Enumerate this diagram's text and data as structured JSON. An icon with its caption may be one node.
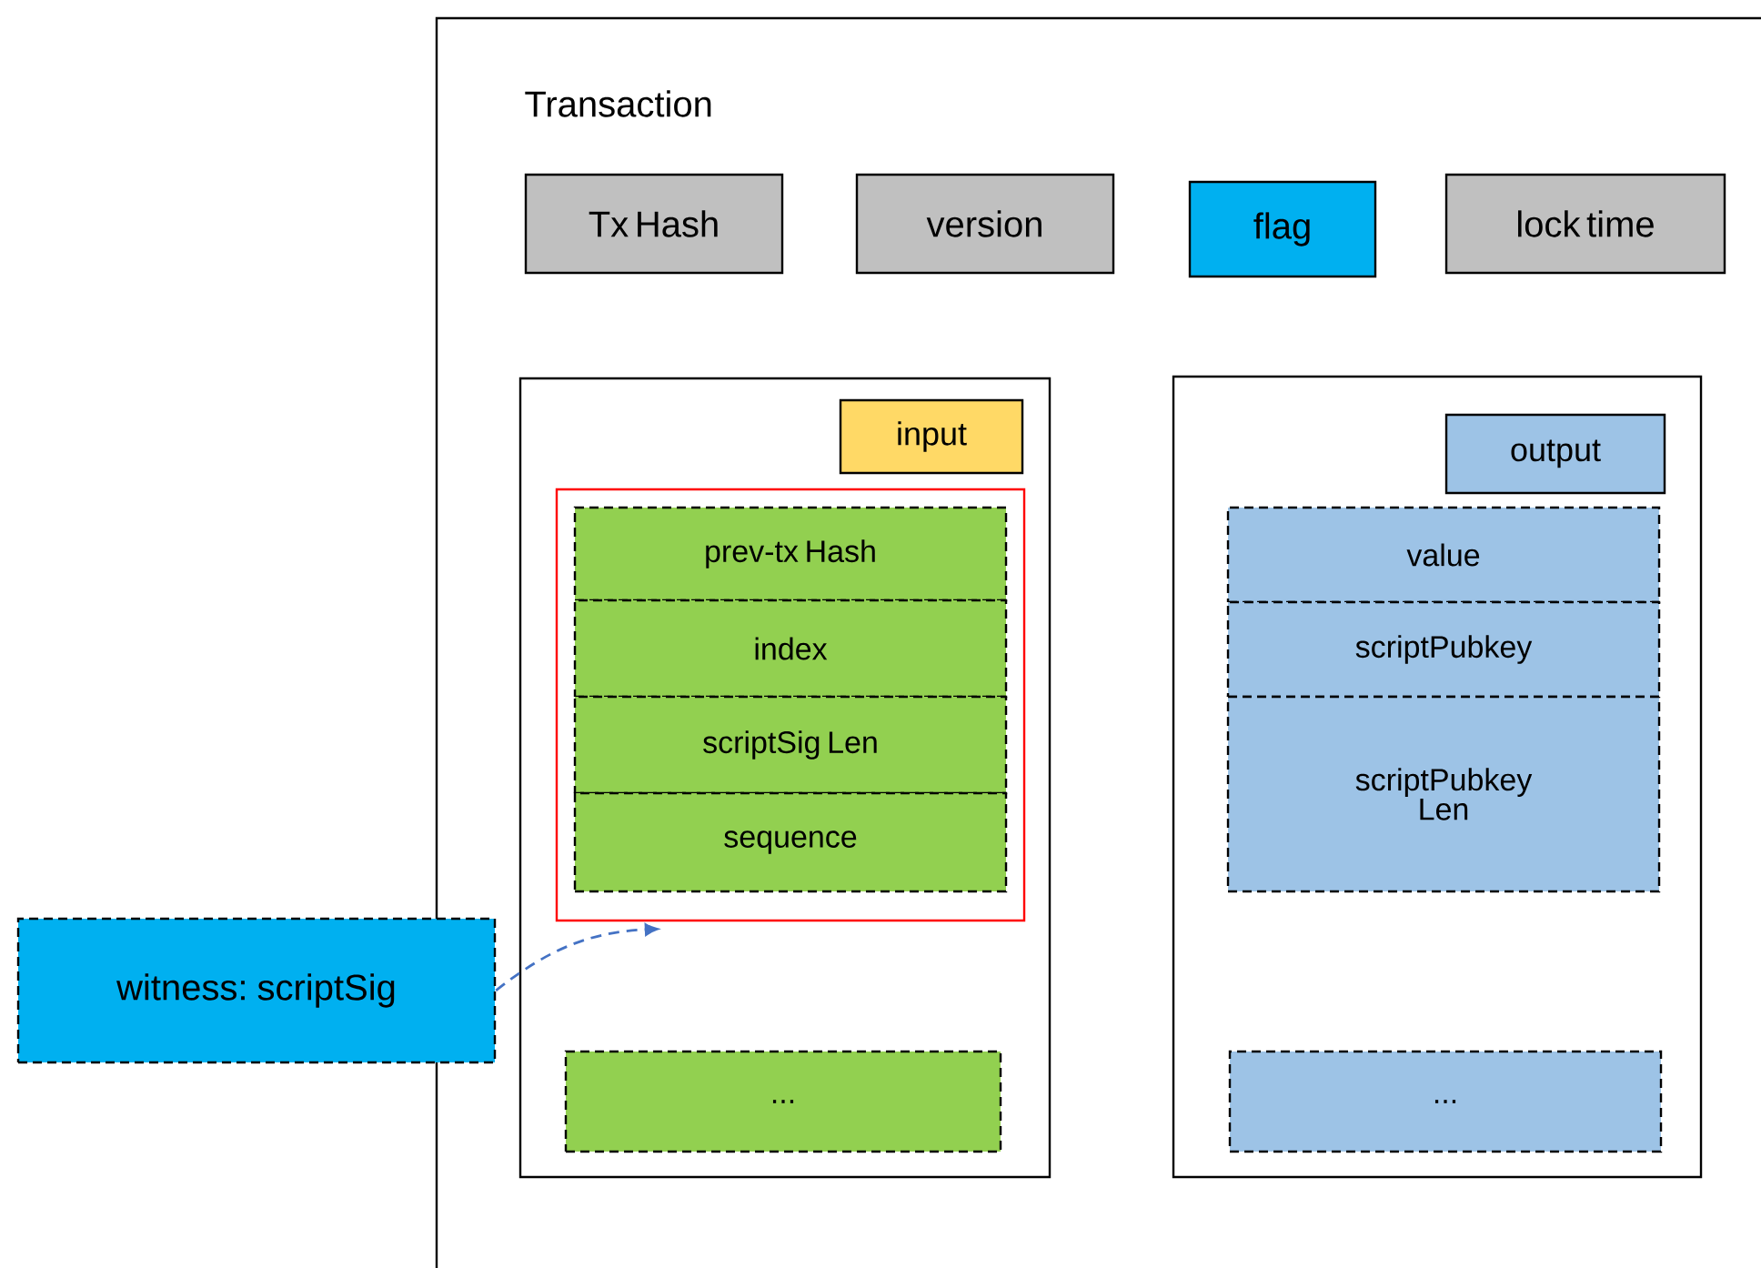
{
  "diagram": {
    "nodes": [
      {
        "text": [
          "Transaction"
        ]
      },
      {
        "text": [
          "Tx Hash"
        ],
        "in": 0
      },
      {
        "text": [
          "version"
        ],
        "in": 0
      },
      {
        "text": [
          "flag"
        ],
        "in": 0
      },
      {
        "text": [
          "lock time"
        ],
        "in": 0
      },
      {
        "text": [],
        "shape": "box",
        "in": 0
      },
      {
        "text": [
          "input"
        ],
        "in": 5
      },
      {
        "text": [],
        "shape": "box",
        "in": 5
      },
      {
        "text": [
          "prev-tx Hash"
        ],
        "in": 7
      },
      {
        "text": [
          "index"
        ],
        "in": 7
      },
      {
        "text": [
          "scriptSig Len"
        ],
        "in": 7
      },
      {
        "text": [
          "sequence"
        ],
        "in": 7
      },
      {
        "text": [
          "..."
        ],
        "in": 5
      },
      {
        "text": [],
        "shape": "box",
        "in": 0
      },
      {
        "text": [
          "output"
        ],
        "in": 13
      },
      {
        "text": [
          "value"
        ],
        "in": 13
      },
      {
        "text": [
          "scriptPubkey"
        ],
        "in": 13
      },
      {
        "text": [
          "scriptPubkey Len"
        ],
        "in": 13
      },
      {
        "text": [
          "..."
        ],
        "in": 13
      },
      {
        "text": [
          "witness: scriptSig"
        ]
      }
    ],
    "edges": [
      {
        "from": 19,
        "to": 7,
        "arrow": "to",
        "style": "dashed",
        "color": "#4472c4"
      }
    ]
  }
}
